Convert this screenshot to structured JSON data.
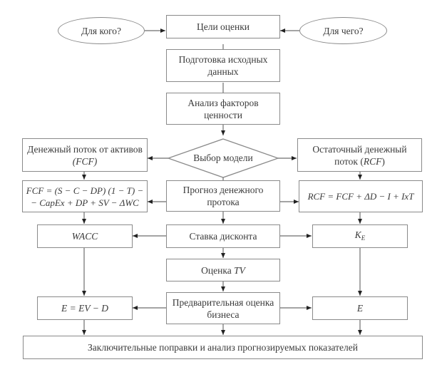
{
  "diagram": {
    "inputs": {
      "for_whom": "Для кого?",
      "for_what": "Для чего?"
    },
    "center": {
      "goals": "Цели оценки",
      "prep_line1": "Подготовка исходных",
      "prep_line2": "данных",
      "factors_line1": "Анализ факторов",
      "factors_line2": "ценности",
      "model_choice": "Выбор модели",
      "forecast_line1": "Прогноз денежного",
      "forecast_line2": "протока",
      "discount_rate": "Ставка дисконта",
      "tv_prefix": "Оценка ",
      "tv_symbol": "TV",
      "prelim_line1": "Предварительная оценка",
      "prelim_line2": "бизнеса"
    },
    "left": {
      "fcf_title_line1": "Денежный поток от активов",
      "fcf_title_line2": "(FCF)",
      "fcf_formula_line1": "FCF = (S − C − DP) (1 − T) −",
      "fcf_formula_line2": "− CapEx + DP + SV − ΔWC",
      "wacc": "WACC",
      "equity_formula": "E = EV − D"
    },
    "right": {
      "rcf_title_line1": "Остаточный денежный",
      "rcf_title_line2_prefix": "поток (",
      "rcf_title_line2_symbol": "RCF",
      "rcf_title_line2_suffix": ")",
      "rcf_formula": "RCF = FCF + ΔD − I + IxT",
      "ke_base": "K",
      "ke_sub": "E",
      "equity": "E"
    },
    "final": "Заключительные поправки и анализ прогнозируемых показателей"
  }
}
